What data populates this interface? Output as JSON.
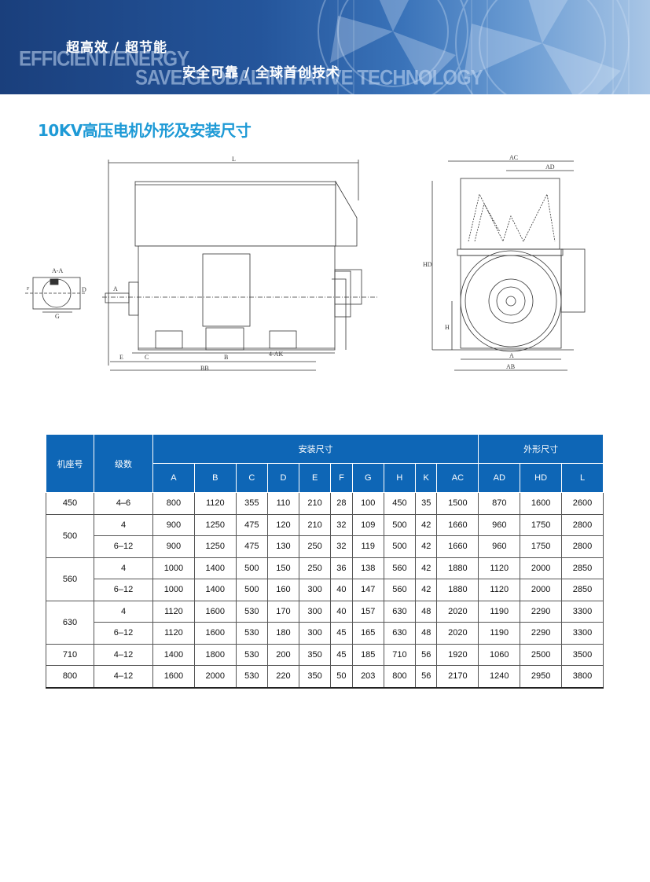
{
  "banner": {
    "slogan_1": "超高效 / 超节能",
    "slogan_2": "安全可靠 / 全球首创技术",
    "english_1": "EFFICIENT/ENERGY",
    "english_2": "SAVE/GLOBAL INITIATIVE TECHNOLOGY"
  },
  "page_title": "10KV高压电机外形及安装尺寸",
  "drawing_labels": {
    "L": "L",
    "AC": "AC",
    "AD": "AD",
    "HD": "HD",
    "H": "H",
    "A": "A",
    "AB": "AB",
    "B": "B",
    "BB": "BB",
    "C": "C",
    "E": "E",
    "K": "4-AK",
    "section": "A-A",
    "G": "G",
    "D": "D",
    "F": "F",
    "arrowA": "A"
  },
  "table": {
    "group_install": "安装尺寸",
    "group_outline": "外形尺寸",
    "col_frame": "机座号",
    "col_poles": "级数",
    "columns": [
      "A",
      "B",
      "C",
      "D",
      "E",
      "F",
      "G",
      "H",
      "K",
      "AC",
      "AD",
      "HD",
      "L"
    ],
    "rows": [
      {
        "frame": "450",
        "poles": "4–6",
        "v": [
          "800",
          "1120",
          "355",
          "110",
          "210",
          "28",
          "100",
          "450",
          "35",
          "1500",
          "870",
          "1600",
          "2600"
        ]
      },
      {
        "frame": "500",
        "poles": "4",
        "v": [
          "900",
          "1250",
          "475",
          "120",
          "210",
          "32",
          "109",
          "500",
          "42",
          "1660",
          "960",
          "1750",
          "2800"
        ]
      },
      {
        "frame": "",
        "poles": "6–12",
        "v": [
          "900",
          "1250",
          "475",
          "130",
          "250",
          "32",
          "119",
          "500",
          "42",
          "1660",
          "960",
          "1750",
          "2800"
        ]
      },
      {
        "frame": "560",
        "poles": "4",
        "v": [
          "1000",
          "1400",
          "500",
          "150",
          "250",
          "36",
          "138",
          "560",
          "42",
          "1880",
          "1120",
          "2000",
          "2850"
        ]
      },
      {
        "frame": "",
        "poles": "6–12",
        "v": [
          "1000",
          "1400",
          "500",
          "160",
          "300",
          "40",
          "147",
          "560",
          "42",
          "1880",
          "1120",
          "2000",
          "2850"
        ]
      },
      {
        "frame": "630",
        "poles": "4",
        "v": [
          "1120",
          "1600",
          "530",
          "170",
          "300",
          "40",
          "157",
          "630",
          "48",
          "2020",
          "1190",
          "2290",
          "3300"
        ]
      },
      {
        "frame": "",
        "poles": "6–12",
        "v": [
          "1120",
          "1600",
          "530",
          "180",
          "300",
          "45",
          "165",
          "630",
          "48",
          "2020",
          "1190",
          "2290",
          "3300"
        ]
      },
      {
        "frame": "710",
        "poles": "4–12",
        "v": [
          "1400",
          "1800",
          "530",
          "200",
          "350",
          "45",
          "185",
          "710",
          "56",
          "1920",
          "1060",
          "2500",
          "3500"
        ]
      },
      {
        "frame": "800",
        "poles": "4–12",
        "v": [
          "1600",
          "2000",
          "530",
          "220",
          "350",
          "50",
          "203",
          "800",
          "56",
          "2170",
          "1240",
          "2950",
          "3800"
        ]
      }
    ]
  }
}
